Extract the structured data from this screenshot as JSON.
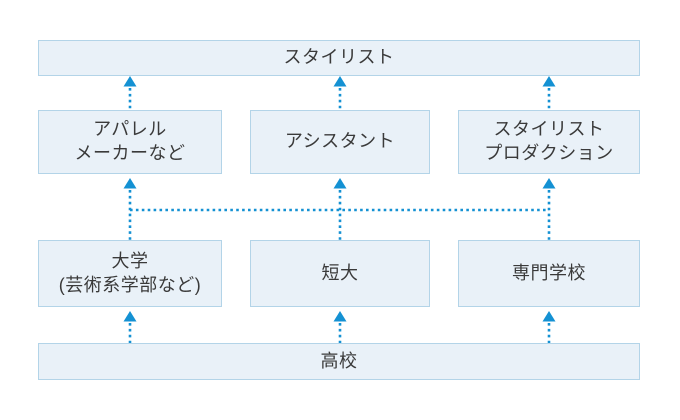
{
  "colors": {
    "background": "#ffffff",
    "box_fill": "#e9f1f8",
    "box_border": "#b3d4e8",
    "arrow": "#1491d3",
    "text": "#3a3a3a"
  },
  "nodes": {
    "stylist": {
      "label": "スタイリスト"
    },
    "apparel_maker": {
      "label": "アパレル\nメーカーなど"
    },
    "assistant": {
      "label": "アシスタント"
    },
    "stylist_production": {
      "label": "スタイリスト\nプロダクション"
    },
    "university": {
      "label": "大学\n(芸術系学部など)"
    },
    "junior_college": {
      "label": "短大"
    },
    "vocational_school": {
      "label": "専門学校"
    },
    "high_school": {
      "label": "高校"
    }
  },
  "edges": [
    {
      "from": "high_school",
      "to": "university"
    },
    {
      "from": "high_school",
      "to": "junior_college"
    },
    {
      "from": "high_school",
      "to": "vocational_school"
    },
    {
      "from": "university",
      "to": "apparel_maker"
    },
    {
      "from": "junior_college",
      "to": "assistant"
    },
    {
      "from": "vocational_school",
      "to": "stylist_production"
    },
    {
      "from": "apparel_maker",
      "to": "stylist"
    },
    {
      "from": "assistant",
      "to": "stylist"
    },
    {
      "from": "stylist_production",
      "to": "stylist"
    }
  ],
  "cross_connector": {
    "connects": [
      "university",
      "junior_college",
      "vocational_school"
    ]
  }
}
